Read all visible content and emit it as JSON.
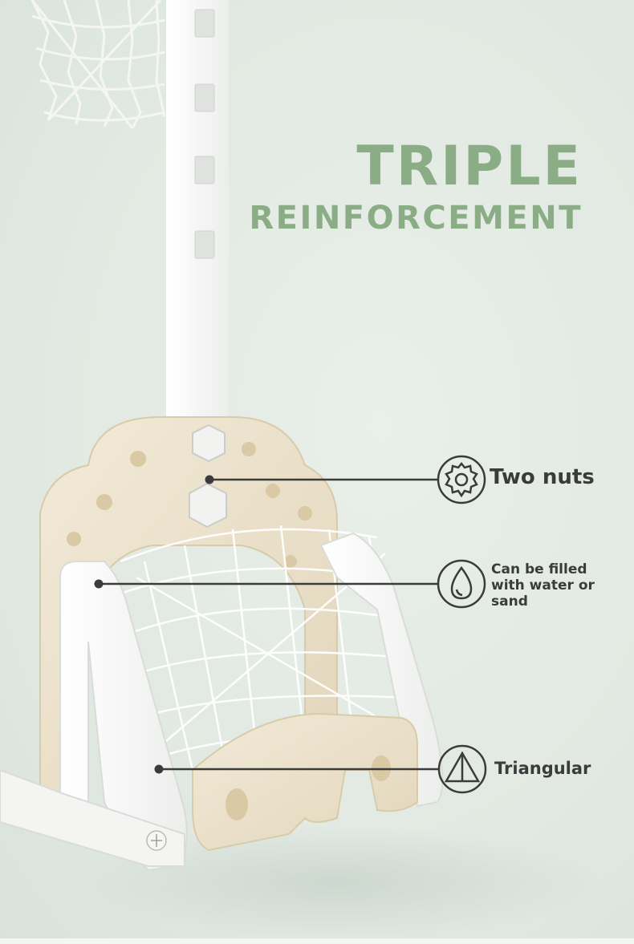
{
  "headline": {
    "line1": "TRIPLE",
    "line2": "REINFORCEMENT"
  },
  "features": [
    {
      "icon": "nut-gear-icon",
      "label": "Two nuts"
    },
    {
      "icon": "water-drop-icon",
      "label_lines": [
        "Can be filled",
        "with water or",
        "sand"
      ]
    },
    {
      "icon": "triangle-tent-icon",
      "label": "Triangular"
    }
  ],
  "colors": {
    "background": "#e3ebe4",
    "headline": "#8aad86",
    "text": "#3b3b3b",
    "beige_base": "#ece2cc",
    "white_frame": "#fbfbfa"
  }
}
